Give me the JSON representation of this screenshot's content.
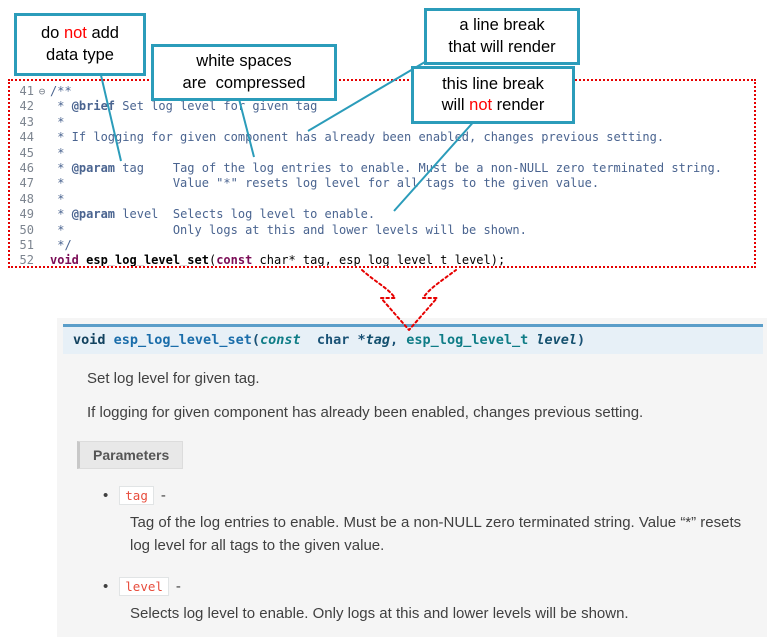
{
  "palette": {
    "callout_border": "#2b9cba",
    "highlight_red": "#ff0000",
    "code_border": "#e60000",
    "comment_color": "#4a6490",
    "keyword_color": "#7b0c56",
    "signature_bg": "#e7f0f7",
    "signature_border": "#5b9ec9",
    "docs_bg": "#f5f5f5",
    "param_chip_color": "#e74c3c"
  },
  "callouts": [
    {
      "segments": [
        {
          "t": "do "
        },
        {
          "t": "not",
          "red": true
        },
        {
          "t": " add\ndata type"
        }
      ]
    },
    {
      "segments": [
        {
          "t": "white spaces\nare  compressed"
        }
      ]
    },
    {
      "segments": [
        {
          "t": "a line break\nthat will render"
        }
      ]
    },
    {
      "segments": [
        {
          "t": "this line break\nwill "
        },
        {
          "t": "not",
          "red": true
        },
        {
          "t": " render"
        }
      ]
    }
  ],
  "code": {
    "lines": [
      {
        "num": "41",
        "fold": "⊖",
        "segs": [
          {
            "t": "/**",
            "c": "cmt"
          }
        ]
      },
      {
        "num": "42",
        "segs": [
          {
            "t": " * ",
            "c": "cmt"
          },
          {
            "t": "@brief",
            "c": "tag"
          },
          {
            "t": " Set log level for given tag",
            "c": "cmt"
          }
        ]
      },
      {
        "num": "43",
        "segs": [
          {
            "t": " *",
            "c": "cmt"
          }
        ]
      },
      {
        "num": "44",
        "segs": [
          {
            "t": " * If logging for given component has already been enabled, changes previous setting.",
            "c": "cmt"
          }
        ]
      },
      {
        "num": "45",
        "segs": [
          {
            "t": " *",
            "c": "cmt"
          }
        ]
      },
      {
        "num": "46",
        "segs": [
          {
            "t": " * ",
            "c": "cmt"
          },
          {
            "t": "@param",
            "c": "tag"
          },
          {
            "t": " tag    Tag of the log entries to enable. Must be a non-NULL zero terminated string.",
            "c": "cmt"
          }
        ]
      },
      {
        "num": "47",
        "segs": [
          {
            "t": " *               Value \"*\" resets log level for all tags to the given value.",
            "c": "cmt"
          }
        ]
      },
      {
        "num": "48",
        "segs": [
          {
            "t": " *",
            "c": "cmt"
          }
        ]
      },
      {
        "num": "49",
        "segs": [
          {
            "t": " * ",
            "c": "cmt"
          },
          {
            "t": "@param",
            "c": "tag"
          },
          {
            "t": " level  Selects log level to enable.",
            "c": "cmt"
          }
        ]
      },
      {
        "num": "50",
        "segs": [
          {
            "t": " *               Only logs at this and lower levels will be shown.",
            "c": "cmt"
          }
        ]
      },
      {
        "num": "51",
        "segs": [
          {
            "t": " */",
            "c": "cmt"
          }
        ]
      },
      {
        "num": "52",
        "segs": [
          {
            "t": "void",
            "c": "kw"
          },
          {
            "t": " "
          },
          {
            "t": "esp_log_level_set",
            "c": "fn"
          },
          {
            "t": "("
          },
          {
            "t": "const",
            "c": "kw"
          },
          {
            "t": " char* tag, esp_log_level_t level);"
          }
        ]
      }
    ]
  },
  "docs": {
    "signature": [
      {
        "t": "void",
        "c": "kw"
      },
      {
        "t": " ",
        "c": "base"
      },
      {
        "t": "esp_log_level_set",
        "c": "name"
      },
      {
        "t": "(",
        "c": "base"
      },
      {
        "t": "const",
        "c": "cv"
      },
      {
        "t": "  char *",
        "c": "base"
      },
      {
        "t": "tag",
        "c": "arg"
      },
      {
        "t": ",",
        "c": "base"
      },
      {
        "t": " esp_log_level_t ",
        "c": "type"
      },
      {
        "t": "level",
        "c": "arg"
      },
      {
        "t": ")",
        "c": "base"
      }
    ],
    "brief": "Set log level for given tag.",
    "description": "If logging for given component has already been enabled, changes previous setting.",
    "parameters_label": "Parameters",
    "bullet_glyph": "•",
    "param_separator": "-",
    "params": [
      {
        "name": "tag",
        "desc": "Tag of the log entries to enable. Must be a non-NULL zero terminated string. Value “*” resets log level for all tags to the given value."
      },
      {
        "name": "level",
        "desc": "Selects log level to enable. Only logs at this and lower levels will be shown."
      }
    ]
  }
}
